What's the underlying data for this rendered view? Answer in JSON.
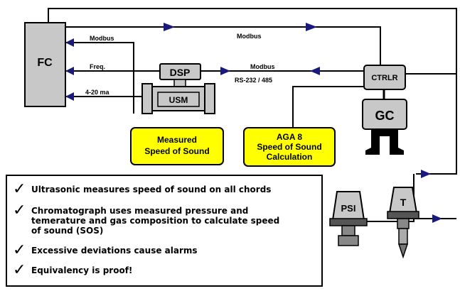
{
  "boxes": {
    "fc": "FC",
    "dsp": "DSP",
    "usm": "USM",
    "ctrlr": "CTRLR",
    "gc": "GC",
    "psi": "PSI",
    "t": "T"
  },
  "wires": {
    "modbus_top": "Modbus",
    "modbus_fc": "Modbus",
    "freq": "Freq.",
    "ma": "4-20 ma",
    "modbus_mid": "Modbus",
    "rs232": "RS-232 / 485"
  },
  "yellow_boxes": {
    "measured": {
      "line1": "Measured",
      "line2": "Speed of Sound"
    },
    "aga8": {
      "line1": "AGA 8",
      "line2": "Speed of Sound",
      "line3": "Calculation"
    }
  },
  "notes": [
    {
      "check": "✓",
      "lines": [
        "Ultrasonic measures speed of sound on all chords"
      ]
    },
    {
      "check": "✓",
      "lines": [
        "Chromatograph uses measured pressure and",
        "temerature and gas composition to calculate speed",
        "of sound (SOS)"
      ]
    },
    {
      "check": "✓",
      "lines": [
        "Excessive deviations cause alarms"
      ]
    },
    {
      "check": "✓",
      "lines": [
        "Equivalency is proof!"
      ]
    }
  ],
  "colors": {
    "box_fill": "#c8c8c8",
    "yellow": "#ffff00",
    "arrow": "#1a1a7a",
    "line": "#000000"
  }
}
